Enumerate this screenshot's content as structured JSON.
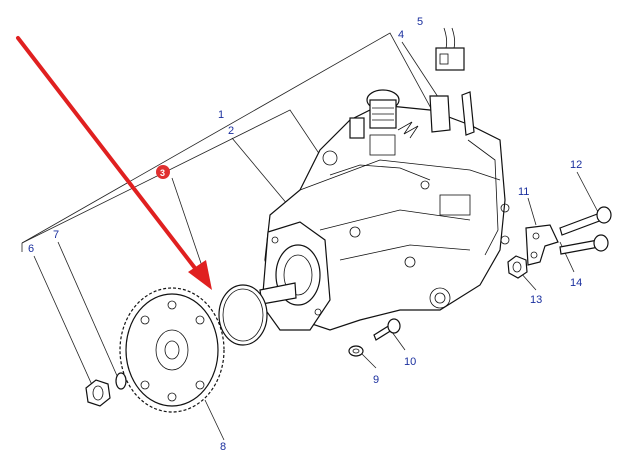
{
  "diagram": {
    "callouts": [
      "1",
      "2",
      "3",
      "4",
      "5",
      "6",
      "7",
      "8",
      "9",
      "10",
      "11",
      "12",
      "13",
      "14"
    ],
    "highlight_callout": "3",
    "highlight_color": "#e03030",
    "arrow_color": "#e02020",
    "callout_color": "#1a2f9e"
  }
}
